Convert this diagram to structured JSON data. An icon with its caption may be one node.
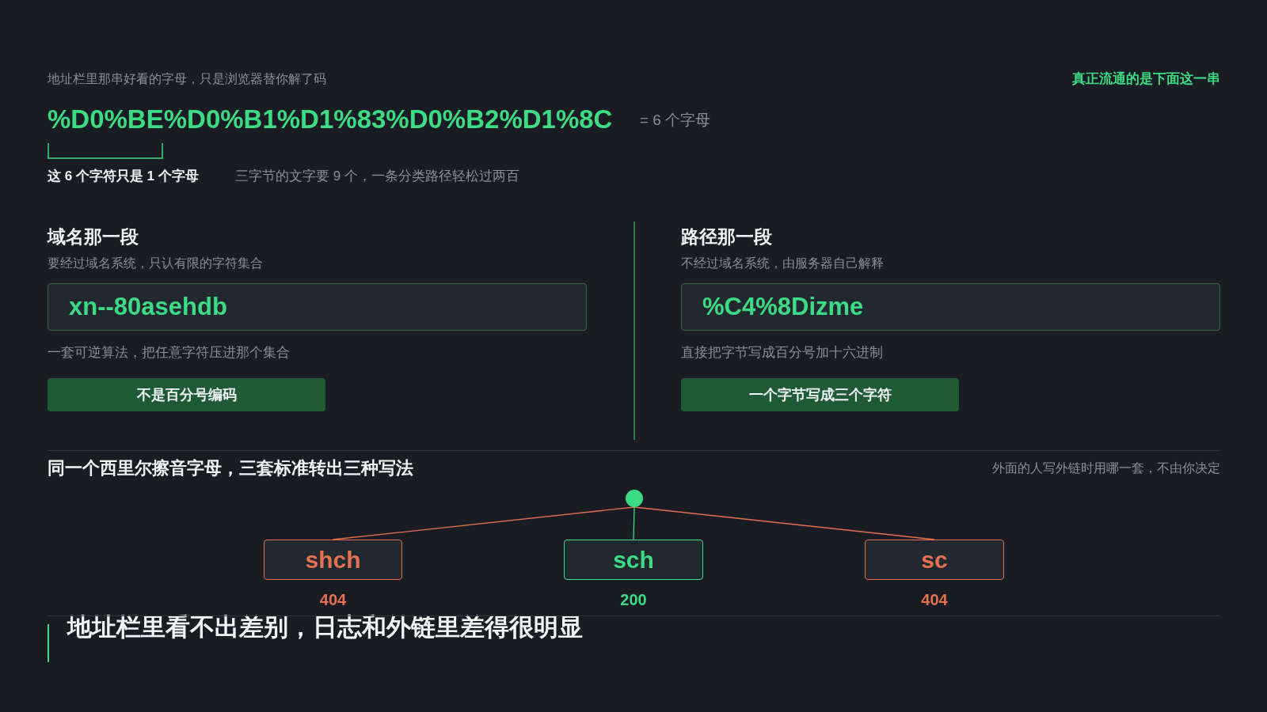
{
  "diagram": {
    "nodes": [
      {
        "text": [
          "xn--80asehdb"
        ]
      },
      {
        "text": [
          "不是百分号编码"
        ]
      },
      {
        "text": [
          "%C4%8Dizme"
        ]
      },
      {
        "text": [
          "一个字节写成三个字符"
        ]
      },
      {
        "text": [],
        "shape": "circle"
      },
      {
        "text": [
          "shch"
        ],
        "beside": [
          "404"
        ]
      },
      {
        "text": [
          "sch"
        ],
        "beside": [
          "200"
        ]
      },
      {
        "text": [
          "sc"
        ],
        "beside": [
          "404"
        ]
      }
    ],
    "edges": [
      {
        "from": 4,
        "to": 5,
        "arrow": "none"
      },
      {
        "from": 4,
        "to": 6,
        "arrow": "none",
        "color": "#3ddc84"
      },
      {
        "from": 4,
        "to": 7,
        "arrow": "none"
      }
    ],
    "labels": [
      "地址栏里那串好看的字母，只是浏览器替你解了码",
      "真正流通的是下面这一串",
      "%D0%BE%D0%B1%D1%83%D0%B2%D1%8C",
      "= 6 个字母",
      "这 6 个字符只是 1 个字母",
      "三字节的文字要 9 个，一条分类路径轻松过两百",
      "域名那一段",
      "要经过域名系统，只认有限的字符集合",
      "一套可逆算法，把任意字符压进那个集合",
      "路径那一段",
      "不经过域名系统，由服务器自己解释",
      "直接把字节写成百分号加十六进制",
      "同一个西里尔擦音字母，三套标准转出三种写法",
      "外面的人写外链时用哪一套，不由你决定",
      "地址栏里看不出差别，日志和外链里差得很明显"
    ]
  }
}
